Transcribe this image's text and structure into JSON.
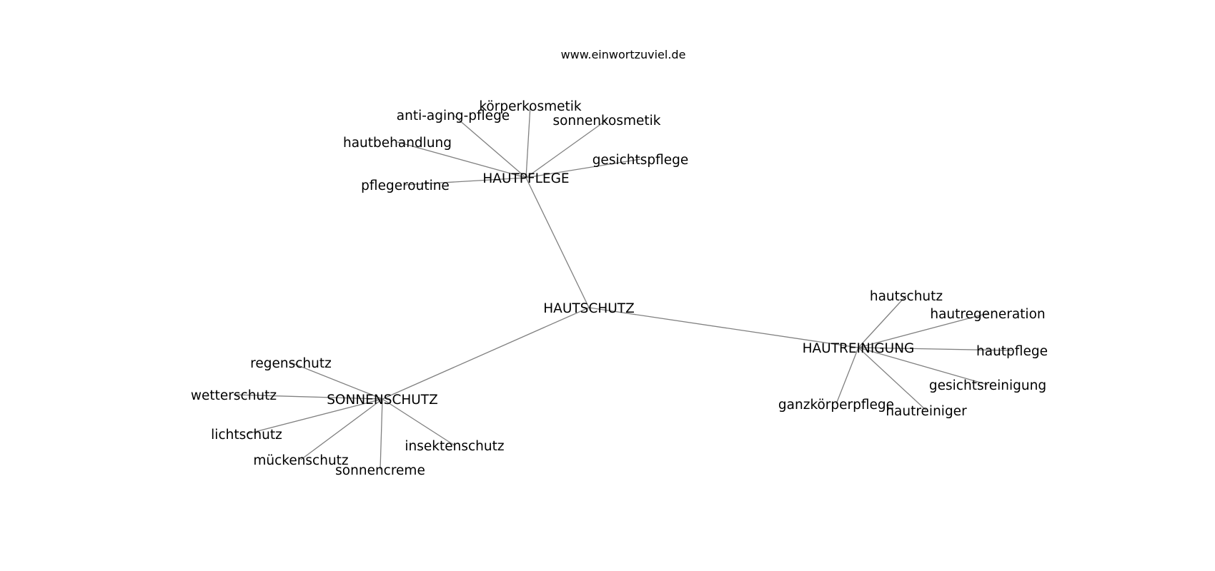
{
  "header": {
    "site": "www.einwortzuviel.de"
  },
  "colors": {
    "edge": "#808080",
    "text": "#000000",
    "background": "#ffffff"
  },
  "graph": {
    "nodes": [
      {
        "id": "hautschutz_root",
        "label": "HAUTSCHUTZ"
      },
      {
        "id": "hautpflege_hub",
        "label": "HAUTPFLEGE"
      },
      {
        "id": "sonnenschutz_hub",
        "label": "SONNENSCHUTZ"
      },
      {
        "id": "hautreinigung_hub",
        "label": "HAUTREINIGUNG"
      },
      {
        "id": "koerperkosmetik",
        "label": "körperkosmetik"
      },
      {
        "id": "anti_aging_pflege",
        "label": "anti-aging-pflege"
      },
      {
        "id": "sonnenkosmetik",
        "label": "sonnenkosmetik"
      },
      {
        "id": "hautbehandlung",
        "label": "hautbehandlung"
      },
      {
        "id": "gesichtspflege",
        "label": "gesichtspflege"
      },
      {
        "id": "pflegeroutine",
        "label": "pflegeroutine"
      },
      {
        "id": "regenschutz",
        "label": "regenschutz"
      },
      {
        "id": "wetterschutz",
        "label": "wetterschutz"
      },
      {
        "id": "lichtschutz",
        "label": "lichtschutz"
      },
      {
        "id": "mueckenschutz",
        "label": "mückenschutz"
      },
      {
        "id": "sonnencreme",
        "label": "sonnencreme"
      },
      {
        "id": "insektenschutz",
        "label": "insektenschutz"
      },
      {
        "id": "hautschutz_leaf",
        "label": "hautschutz"
      },
      {
        "id": "hautregeneration",
        "label": "hautregeneration"
      },
      {
        "id": "hautpflege_leaf",
        "label": "hautpflege"
      },
      {
        "id": "gesichtsreinigung",
        "label": "gesichtsreinigung"
      },
      {
        "id": "ganzkoerperpflege",
        "label": "ganzkörperpflege"
      },
      {
        "id": "hautreiniger",
        "label": "hautreiniger"
      }
    ],
    "edges": [
      [
        "hautschutz_root",
        "hautpflege_hub"
      ],
      [
        "hautschutz_root",
        "sonnenschutz_hub"
      ],
      [
        "hautschutz_root",
        "hautreinigung_hub"
      ],
      [
        "hautpflege_hub",
        "koerperkosmetik"
      ],
      [
        "hautpflege_hub",
        "anti_aging_pflege"
      ],
      [
        "hautpflege_hub",
        "sonnenkosmetik"
      ],
      [
        "hautpflege_hub",
        "hautbehandlung"
      ],
      [
        "hautpflege_hub",
        "gesichtspflege"
      ],
      [
        "hautpflege_hub",
        "pflegeroutine"
      ],
      [
        "sonnenschutz_hub",
        "regenschutz"
      ],
      [
        "sonnenschutz_hub",
        "wetterschutz"
      ],
      [
        "sonnenschutz_hub",
        "lichtschutz"
      ],
      [
        "sonnenschutz_hub",
        "mueckenschutz"
      ],
      [
        "sonnenschutz_hub",
        "sonnencreme"
      ],
      [
        "sonnenschutz_hub",
        "insektenschutz"
      ],
      [
        "hautreinigung_hub",
        "hautschutz_leaf"
      ],
      [
        "hautreinigung_hub",
        "hautregeneration"
      ],
      [
        "hautreinigung_hub",
        "hautpflege_leaf"
      ],
      [
        "hautreinigung_hub",
        "gesichtsreinigung"
      ],
      [
        "hautreinigung_hub",
        "ganzkoerperpflege"
      ],
      [
        "hautreinigung_hub",
        "hautreiniger"
      ]
    ]
  }
}
